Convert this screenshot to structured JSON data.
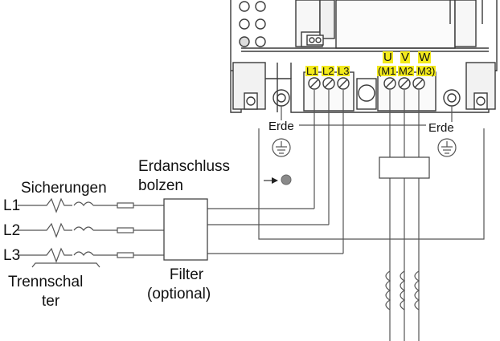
{
  "labels": {
    "input_terminals": [
      "L1",
      "L2",
      "L3"
    ],
    "output_top": [
      "U",
      "V",
      "W"
    ],
    "output_bottom": [
      "(M1",
      "M2",
      "M3)"
    ],
    "ground_left": "Erde",
    "ground_right": "Erde",
    "ground_stud_line1": "Erdanschluss",
    "ground_stud_line2": "bolzen",
    "fuses": "Sicherungen",
    "lines": [
      "L1",
      "L2",
      "L3"
    ],
    "disconnect_line1": "Trennschal",
    "disconnect_line2": "ter",
    "filter_line1": "Filter",
    "filter_line2": "(optional)"
  },
  "colors": {
    "highlight": "#f3ea1c",
    "line": "#555555",
    "device": "#3a3a3a",
    "device_fill": "#f7f7f7",
    "stud": "#8a8a8a"
  }
}
